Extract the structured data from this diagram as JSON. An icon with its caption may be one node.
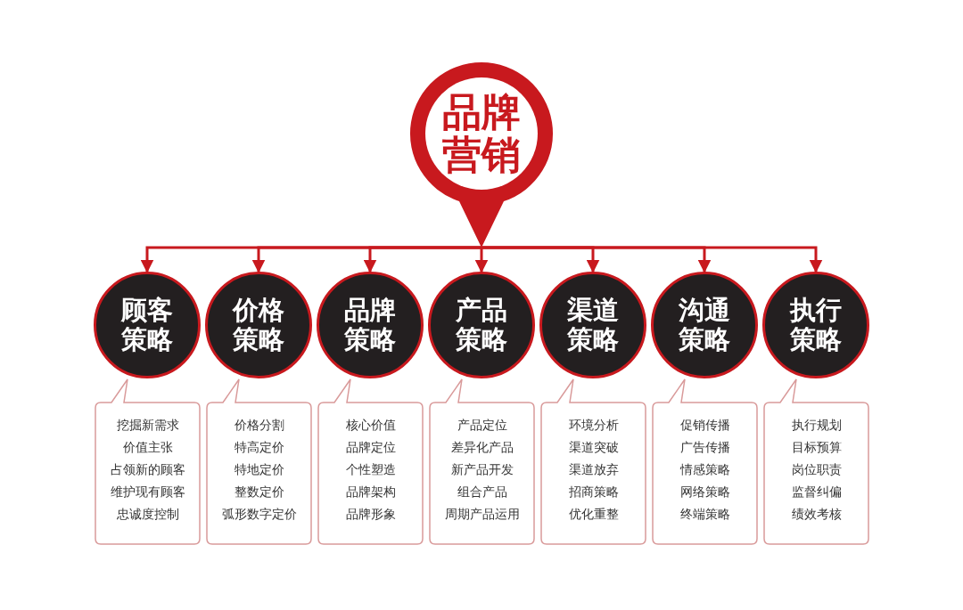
{
  "diagram": {
    "nodes": [
      {
        "text": [
          "品牌营销"
        ]
      },
      {
        "text": [
          "顾客策略"
        ]
      },
      {
        "text": [
          "价格策略"
        ]
      },
      {
        "text": [
          "品牌策略"
        ]
      },
      {
        "text": [
          "产品策略"
        ]
      },
      {
        "text": [
          "渠道策略"
        ]
      },
      {
        "text": [
          "沟通策略"
        ]
      },
      {
        "text": [
          "执行策略"
        ]
      },
      {
        "text": [
          "挖掘新需求",
          "价值主张",
          "占领新的顾客",
          "维护现有顾客",
          "忠诚度控制"
        ]
      },
      {
        "text": [
          "价格分割",
          "特高定价",
          "特地定价",
          "整数定价",
          "弧形数字定价"
        ]
      },
      {
        "text": [
          "核心价值",
          "品牌定位",
          "个性塑造",
          "品牌架构",
          "品牌形象"
        ]
      },
      {
        "text": [
          "产品定位",
          "差异化产品",
          "新产品开发",
          "组合产品",
          "周期产品运用"
        ]
      },
      {
        "text": [
          "环境分析",
          "渠道突破",
          "渠道放弃",
          "招商策略",
          "优化重整"
        ]
      },
      {
        "text": [
          "促销传播",
          "广告传播",
          "情感策略",
          "网络策略",
          "终端策略"
        ]
      },
      {
        "text": [
          "执行规划",
          "目标预算",
          "岗位职责",
          "监督纠偏",
          "绩效考核"
        ]
      }
    ],
    "edges": [
      {
        "from": 0,
        "to": 1,
        "arrow": "to"
      },
      {
        "from": 0,
        "to": 2,
        "arrow": "to"
      },
      {
        "from": 0,
        "to": 3,
        "arrow": "to"
      },
      {
        "from": 0,
        "to": 4,
        "arrow": "to"
      },
      {
        "from": 0,
        "to": 5,
        "arrow": "to"
      },
      {
        "from": 0,
        "to": 6,
        "arrow": "to"
      },
      {
        "from": 0,
        "to": 7,
        "arrow": "to"
      }
    ]
  }
}
